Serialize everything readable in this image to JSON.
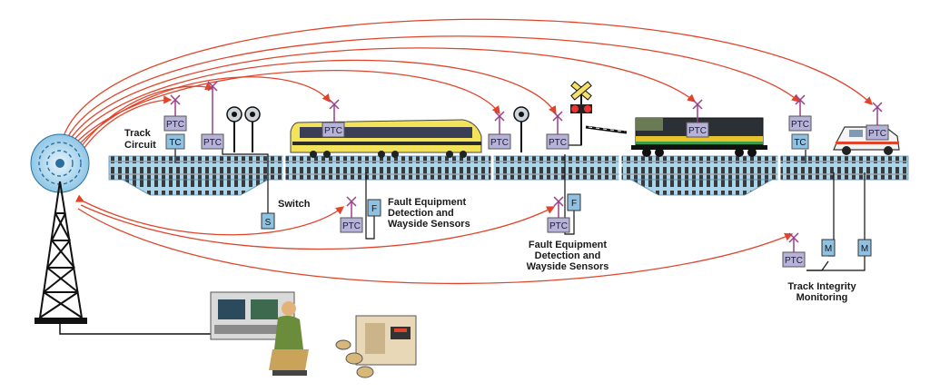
{
  "labels": {
    "track_circuit_1": "Track",
    "track_circuit_2": "Circuit",
    "switch": "Switch",
    "fault_a_1": "Fault Equipment",
    "fault_a_2": "Detection and",
    "fault_a_3": "Wayside Sensors",
    "fault_b_1": "Fault Equipment",
    "fault_b_2": "Detection and",
    "fault_b_3": "Wayside Sensors",
    "integrity_1": "Track Integrity",
    "integrity_2": "Monitoring"
  },
  "boxes": {
    "ptc": "PTC",
    "tc": "TC",
    "s": "S",
    "f": "F",
    "m": "M"
  },
  "colors": {
    "comm_link": "#e0452b",
    "track_blue": "#a9d4ea",
    "ptc_box": "#b7b3d8",
    "tc_box": "#8fc1e3",
    "antenna": "#9b3f8c"
  }
}
